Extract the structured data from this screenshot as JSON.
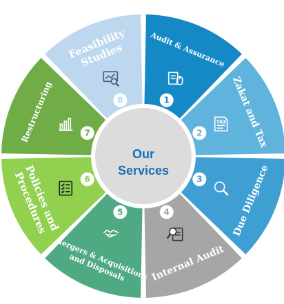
{
  "center": {
    "line1": "Our",
    "line2": "Services"
  },
  "segments": [
    {
      "number": "1",
      "lines": [
        "Audit & Assurance"
      ],
      "color": "#1589c6",
      "icon": "document-mouse-icon"
    },
    {
      "number": "2",
      "lines": [
        "Zakat and Tax"
      ],
      "color": "#5fb3dd",
      "icon": "tax-document-icon"
    },
    {
      "number": "3",
      "lines": [
        "Due Diligence"
      ],
      "color": "#3f9fd3",
      "icon": "magnifier-icon"
    },
    {
      "number": "4",
      "lines": [
        "Internal Audit"
      ],
      "color": "#a6a6a6",
      "icon": "magnified-document-icon"
    },
    {
      "number": "5",
      "lines": [
        "Mergers & Acquisitions",
        "and Disposals"
      ],
      "color": "#4faa84",
      "icon": "handshake-icon"
    },
    {
      "number": "6",
      "lines": [
        "Policies and",
        "Procedures"
      ],
      "color": "#92d050",
      "icon": "checklist-icon"
    },
    {
      "number": "7",
      "lines": [
        "Restructuring"
      ],
      "color": "#70ad47",
      "icon": "bar-chart-icon"
    },
    {
      "number": "8",
      "lines": [
        "Feasibility",
        "Studies"
      ],
      "color": "#bdd7ee",
      "icon": "analytics-screen-icon"
    }
  ]
}
